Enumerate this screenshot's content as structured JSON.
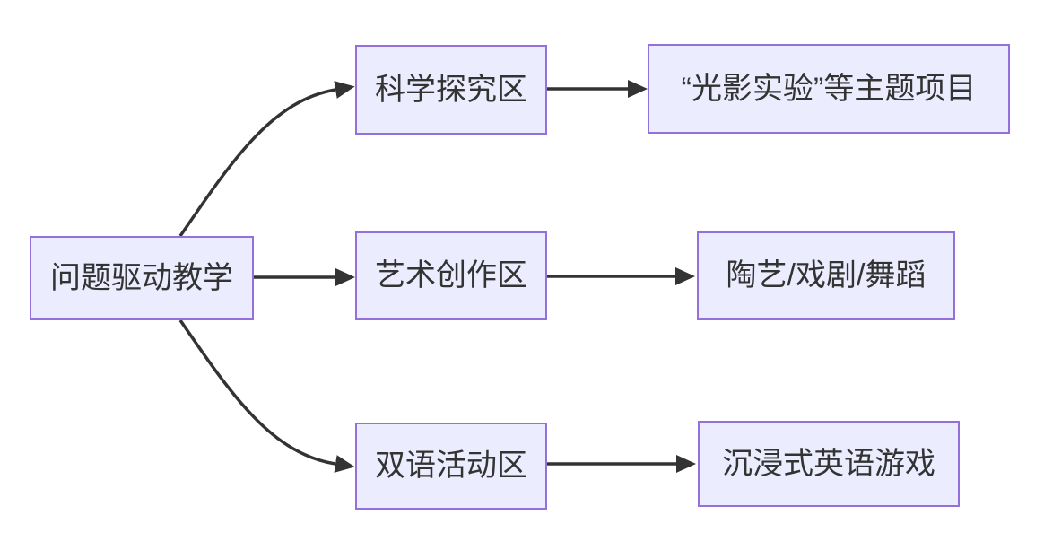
{
  "diagram": {
    "type": "flowchart-left-to-right",
    "colors": {
      "background": "#ffffff",
      "node_fill": "#ECECFF",
      "node_border": "#9370DB",
      "edge": "#333333",
      "text": "#333333"
    },
    "nodes": {
      "root": {
        "label": "问题驱动教学"
      },
      "science": {
        "label": "科学探究区"
      },
      "art": {
        "label": "艺术创作区"
      },
      "bilingual": {
        "label": "双语活动区"
      },
      "science_outcome": {
        "label": "“光影实验”等主题项目"
      },
      "art_outcome": {
        "label": "陶艺/戏剧/舞蹈"
      },
      "bilingual_outcome": {
        "label": "沉浸式英语游戏"
      }
    },
    "edges": [
      {
        "from": "问题驱动教学",
        "to": "科学探究区"
      },
      {
        "from": "问题驱动教学",
        "to": "艺术创作区"
      },
      {
        "from": "问题驱动教学",
        "to": "双语活动区"
      },
      {
        "from": "科学探究区",
        "to": "“光影实验”等主题项目"
      },
      {
        "from": "艺术创作区",
        "to": "陶艺/戏剧/舞蹈"
      },
      {
        "from": "双语活动区",
        "to": "沉浸式英语游戏"
      }
    ]
  }
}
